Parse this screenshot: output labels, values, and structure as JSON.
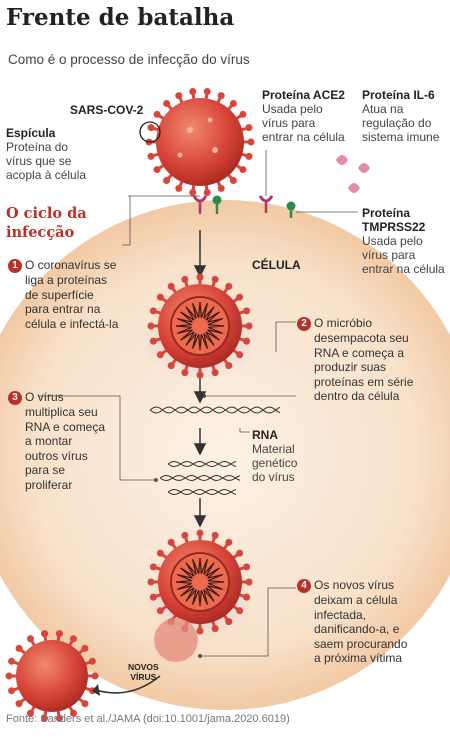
{
  "title": "Frente de batalha",
  "subtitle": "Como é o processo de infecção do vírus",
  "virus_label": "SARS-COV-2",
  "espicula": {
    "name": "Espícula",
    "desc": [
      "Proteína do",
      "vírus que se",
      "acopla à célula"
    ]
  },
  "ace2": {
    "name": "Proteína ACE2",
    "desc": [
      "Usada pelo",
      "vírus para",
      "entrar na célula"
    ]
  },
  "il6": {
    "name": "Proteína IL-6",
    "desc": [
      "Atua na",
      "regulação do",
      "sistema imune"
    ]
  },
  "tmprss": {
    "name": [
      "Proteína",
      "TMPRSS22"
    ],
    "desc": [
      "Usada pelo",
      "vírus para",
      "entrar na célula"
    ]
  },
  "cycle_title": [
    "O ciclo da",
    "infecção"
  ],
  "cell_label": "CÉLULA",
  "steps": [
    {
      "num": "1",
      "lines": [
        "O coronavírus se",
        "liga a proteínas",
        "de superfície",
        "para entrar na",
        "célula e infectá-la"
      ]
    },
    {
      "num": "2",
      "lines": [
        "O micróbio",
        "desempacota seu",
        "RNA e começa a",
        "produzir suas",
        "proteínas em série",
        "dentro da célula"
      ]
    },
    {
      "num": "3",
      "lines": [
        "O vírus",
        "multiplica seu",
        "RNA e começa",
        "a montar",
        "outros vírus",
        "para se",
        "proliferar"
      ]
    },
    {
      "num": "4",
      "lines": [
        "Os novos vírus",
        "deixam a célula",
        "infectada,",
        "danificando-a, e",
        "saem procurando",
        "a próxima vítima"
      ]
    }
  ],
  "rna": {
    "name": "RNA",
    "desc": [
      "Material",
      "genético",
      "do vírus"
    ]
  },
  "novos": [
    "NOVOS",
    "VÍRUS"
  ],
  "source": "Fonte: Sanders et al./JAMA (doi:10.1001/jama.2020.6019)",
  "colors": {
    "accent": "#b8322a",
    "virus": "#d84a3a",
    "cell": "#f7dcc0",
    "receptor": "#b8326a",
    "tmprss": "#2e8a4a"
  }
}
